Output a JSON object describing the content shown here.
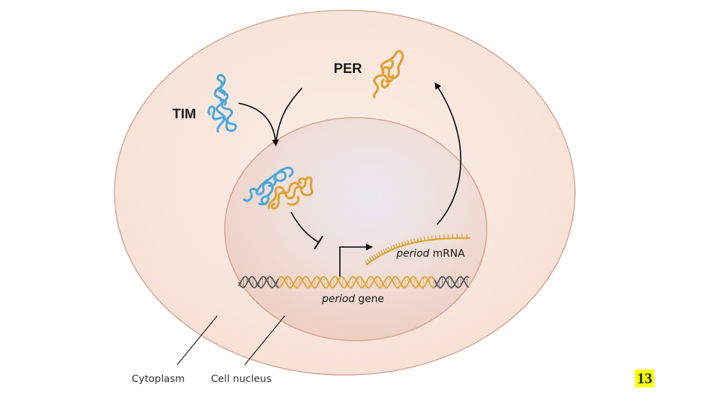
{
  "diagram": {
    "title": "Circadian clock feedback loop (PER / TIM)",
    "proteins": {
      "tim_label": "TIM",
      "per_label": "PER"
    },
    "gene": {
      "name_italic": "period",
      "suffix": " gene"
    },
    "mrna": {
      "name_italic": "period",
      "suffix": " mRNA"
    },
    "compartments": {
      "cytoplasm_label": "Cytoplasm",
      "nucleus_label": "Cell nucleus"
    },
    "colors": {
      "cell_fill": "#f8e4da",
      "cell_border": "#d9a89a",
      "nucleus_fill": "#f3d6cc",
      "nucleus_center": "#ece8f0",
      "tim_blue": "#4aa8dd",
      "per_orange": "#e2a030",
      "arrow": "#111111",
      "dna_gray": "#555555",
      "slide_num_bg": "#ffff00"
    }
  },
  "slide": {
    "number": "13"
  }
}
